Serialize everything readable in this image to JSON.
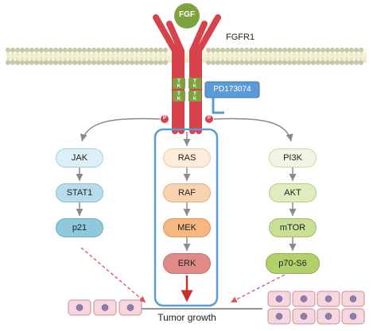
{
  "ligand": "FGF",
  "receptor": "FGFR1",
  "inhibitor": "PD173074",
  "kinase_domain": [
    "T",
    "K"
  ],
  "phospho_label": "P",
  "pathways": {
    "left": [
      "JAK",
      "STAT1",
      "p21"
    ],
    "center": [
      "RAS",
      "RAF",
      "MEK",
      "ERK"
    ],
    "right": [
      "PI3K",
      "AKT",
      "mTOR",
      "p70-S6"
    ]
  },
  "outcome": "Tumor growth"
}
